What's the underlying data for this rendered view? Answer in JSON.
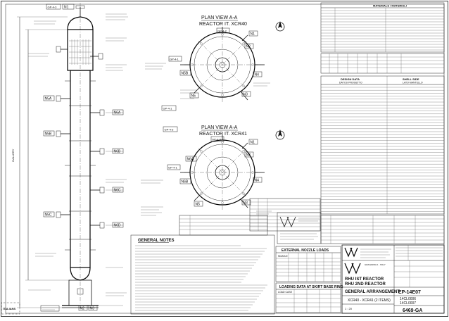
{
  "plan_a": {
    "title": "PLAN VIEW A-A",
    "subtitle": "REACTOR IT. XCR40"
  },
  "plan_b": {
    "title": "PLAN VIEW A-A",
    "subtitle": "REACTOR IT. XCR41"
  },
  "nozzles": {
    "n1": "N1",
    "n2": "N2",
    "n3": "N3",
    "n4": "N4",
    "n5": "N5",
    "n5a": "N5A",
    "n5b": "N5B",
    "n5c": "N5C",
    "n6a": "N6A",
    "n6b": "N6B",
    "n6c": "N6C",
    "n6d": "N6D"
  },
  "nozzle_tags": {
    "gp1": "GP-4-1",
    "gp2": "GP-4-2",
    "gp3": "GP-4-3"
  },
  "notes": {
    "title": "GENERAL NOTES"
  },
  "materials": {
    "title": "MATERIALS / MATERIALI"
  },
  "design": {
    "title": "DESIGN DATA",
    "subtitle": "DATI DI PROGETTO",
    "shell": "SHELL SIDE",
    "shell_sub": "LATO MANTELLO"
  },
  "nozzle_loads": {
    "title": "EXTERNAL NOZZLE LOADS",
    "col": "NOZZLE"
  },
  "skirt": {
    "title": "LOADING DATA AT SKIRT BASE RING",
    "sub": "LOAD CASE"
  },
  "title_block": {
    "company": "VV",
    "project": "RHU IST REACTOR",
    "project2": "RHU 2ND REACTOR",
    "drawing": "GENERAL ARRANGEMENT",
    "items": "XCR40 - XCR41 (2 ITEMS)",
    "location": "GRANAROLO - ITALY",
    "dwg_no": "EP-14E07",
    "sheet": "6469-GA",
    "ref1": "14CL0006",
    "ref2": "14CL0007",
    "scale": "1 : 20"
  },
  "gallery_label": "GALLERY",
  "stamp": "ITALIANS"
}
